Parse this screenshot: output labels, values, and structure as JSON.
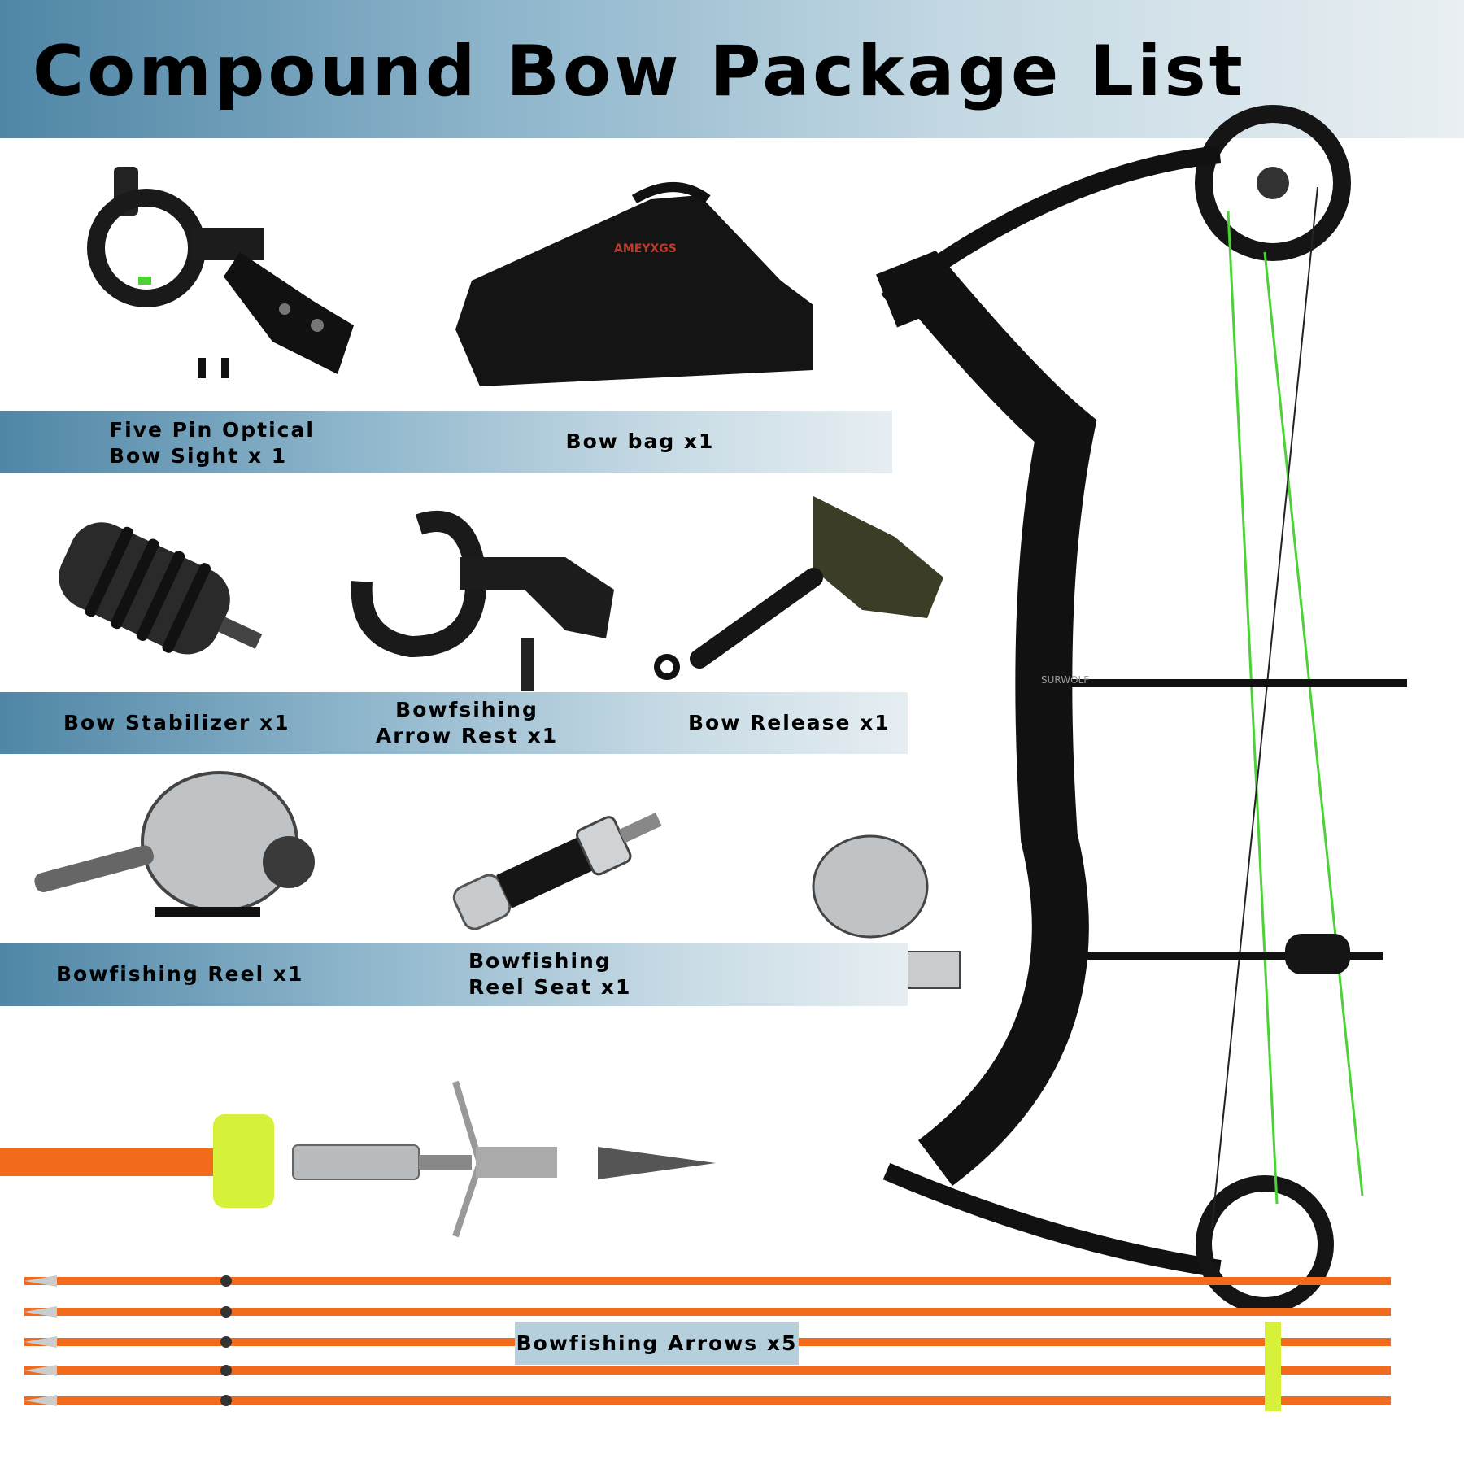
{
  "title": "Compound Bow Package List",
  "items": {
    "sight": {
      "line1": "Five Pin Optical",
      "line2": "Bow Sight x 1"
    },
    "bag": {
      "label": "Bow bag x1",
      "brand": "AMEYXGS"
    },
    "stabilizer": {
      "label": "Bow Stabilizer x1"
    },
    "arrow_rest": {
      "line1": "Bowfsihing",
      "line2": "Arrow Rest x1"
    },
    "release": {
      "label": "Bow Release x1"
    },
    "reel": {
      "label": "Bowfishing Reel x1"
    },
    "reel_seat": {
      "line1": "Bowfishing",
      "line2": "Reel Seat x1"
    },
    "arrows": {
      "label": "Bowfishing Arrows x5"
    }
  },
  "bow_brand": "SURWOLF",
  "colors": {
    "band_dark": "#4f86a6",
    "band_light": "#e6eef2",
    "arrow_orange": "#f26b1d",
    "puck_yellow": "#d7f03a",
    "string_green": "#4cd137"
  }
}
